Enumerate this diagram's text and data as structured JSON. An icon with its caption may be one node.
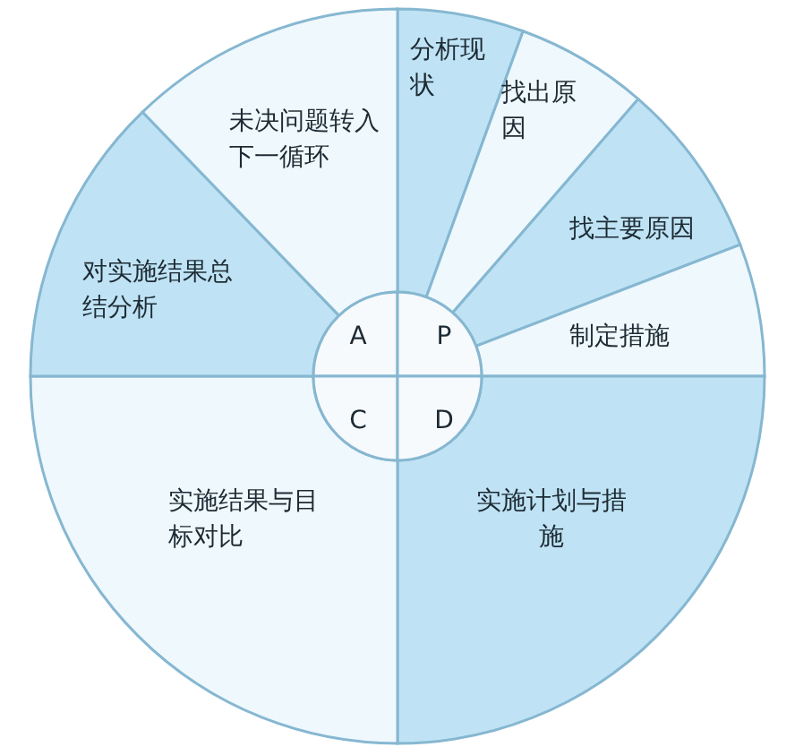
{
  "diagram": {
    "nodes": [
      {
        "text": [
          "分析现状"
        ]
      },
      {
        "text": [
          "找出原因"
        ]
      },
      {
        "text": [
          "找主要原因"
        ]
      },
      {
        "text": [
          "制定措施"
        ]
      },
      {
        "text": [
          "实施计划与措施"
        ]
      },
      {
        "text": [
          "实施结果与目标对比"
        ]
      },
      {
        "text": [
          "对实施结果总结分析"
        ]
      },
      {
        "text": [
          "未决问题转入下一循环"
        ]
      },
      {
        "text": [
          "A"
        ]
      },
      {
        "text": [
          "P"
        ]
      },
      {
        "text": [
          "C"
        ]
      },
      {
        "text": [
          "D"
        ]
      }
    ],
    "edges": []
  }
}
